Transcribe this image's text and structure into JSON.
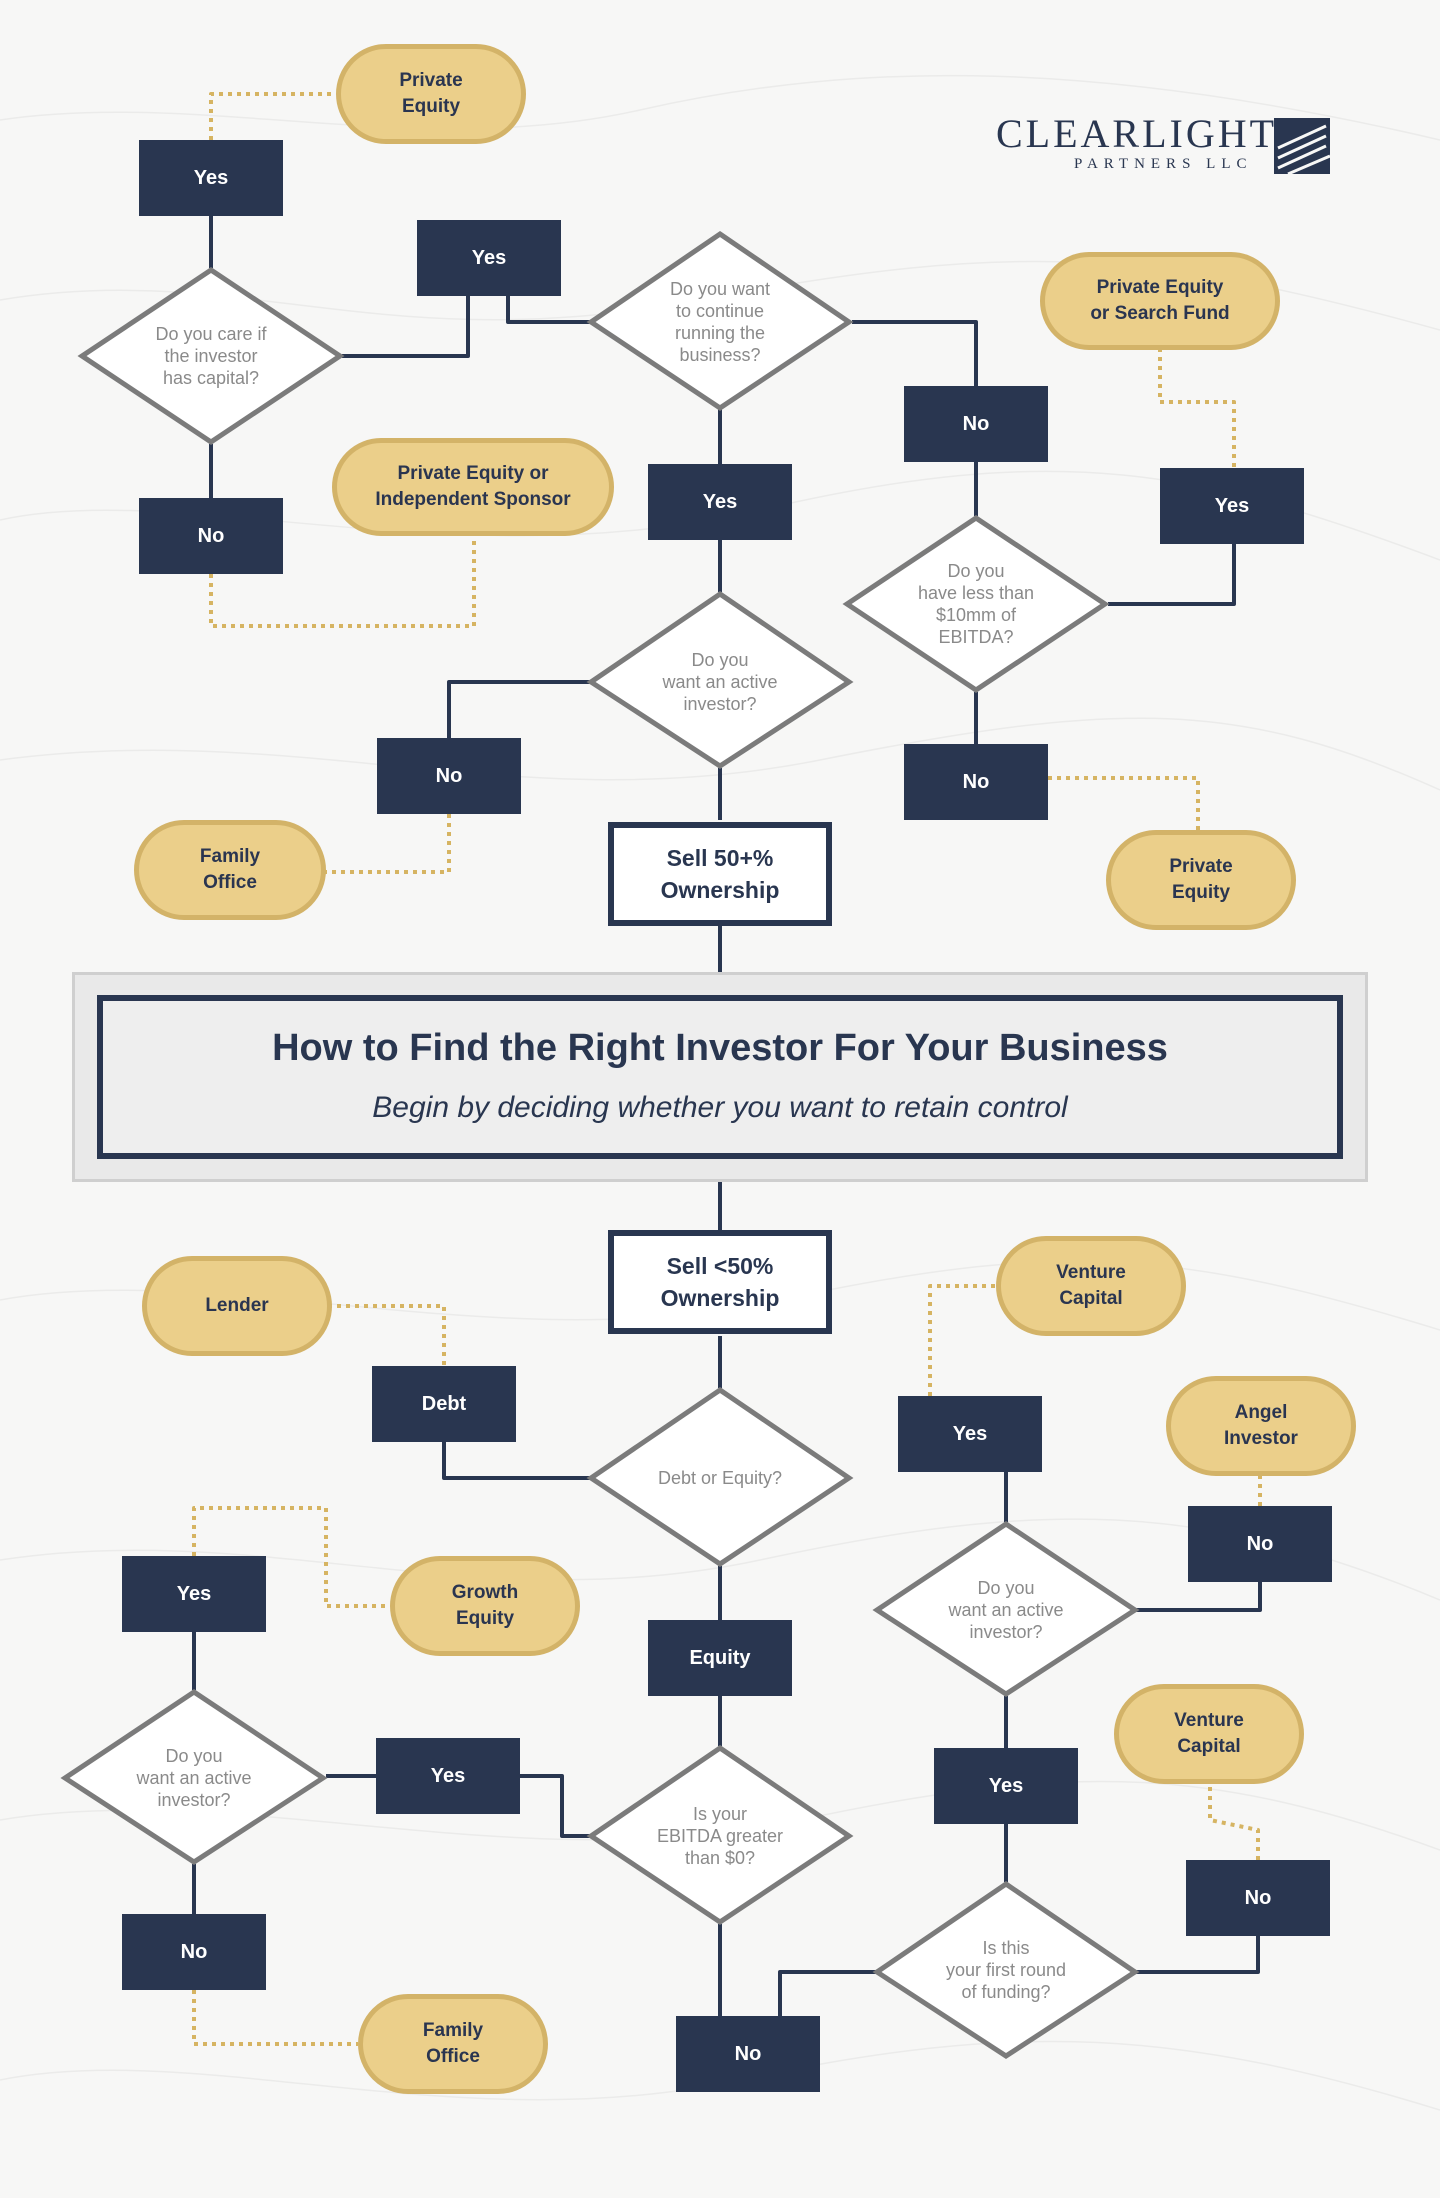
{
  "logo": {
    "name": "CLEARLIGHT",
    "tagline": "PARTNERS LLC"
  },
  "center": {
    "title": "How to Find the Right Investor For Your Business",
    "subtitle": "Begin by deciding whether you want to retain control"
  },
  "top": {
    "sell_majority": "Sell 50+%\nOwnership",
    "q_continue": "Do you want\nto continue\nrunning the\nbusiness?",
    "q_capital": "Do you care if\nthe investor\nhas capital?",
    "q_active": "Do you\nwant an active\ninvestor?",
    "q_ebitda": "Do you\nhave less than\n$10mm of\nEBITDA?",
    "yes_continue": "Yes",
    "no_continue": "No",
    "yes_capital_entry": "Yes",
    "yes_capital": "Yes",
    "no_capital": "No",
    "yes_ebitda": "Yes",
    "no_ebitda": "No",
    "no_active": "No",
    "result_pe_top": "Private\nEquity",
    "result_pe_independent": "Private Equity or\nIndependent Sponsor",
    "result_family_office": "Family\nOffice",
    "result_pe_search": "Private Equity\nor Search Fund",
    "result_pe_right": "Private\nEquity"
  },
  "bottom": {
    "sell_minority": "Sell <50%\nOwnership",
    "q_debt_equity": "Debt or Equity?",
    "q_ebitda_positive": "Is your\nEBITDA greater\nthan $0?",
    "q_active_left": "Do you\nwant an active\ninvestor?",
    "q_active_right": "Do you\nwant an active\ninvestor?",
    "q_first_round": "Is this\nyour first round\nof funding?",
    "debt": "Debt",
    "equity": "Equity",
    "yes_ebitda": "Yes",
    "no_ebitda": "No",
    "yes_active_left": "Yes",
    "no_active_left": "No",
    "yes_first_round": "Yes",
    "no_first_round": "No",
    "yes_active_right": "Yes",
    "no_active_right": "No",
    "result_lender": "Lender",
    "result_growth_equity": "Growth\nEquity",
    "result_family_office": "Family\nOffice",
    "result_vc_top": "Venture\nCapital",
    "result_angel": "Angel\nInvestor",
    "result_vc_mid": "Venture\nCapital"
  },
  "colors": {
    "navy": "#293650",
    "gold": "#ebcf8a",
    "gold_border": "#d3b368",
    "diamond_stroke": "#7b7b7b",
    "background": "#f7f7f6"
  }
}
